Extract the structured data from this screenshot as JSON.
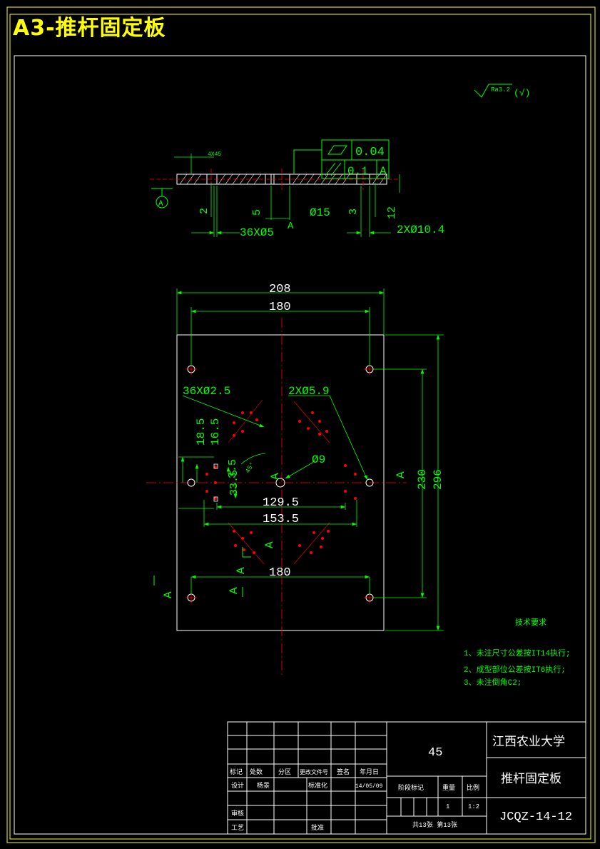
{
  "sheet": {
    "title": "A3-推杆固定板"
  },
  "roughness": {
    "value": "Ra3.2",
    "suffix": "(√)"
  },
  "section_view": {
    "chamfer_label": "4X45",
    "gdt_flatness": "0.04",
    "gdt_parallel_value": "0.1",
    "gdt_datum": "A",
    "datum_marker": "A",
    "dim_2": "2",
    "dim_5": "5",
    "dim_phi15": "Ø15",
    "dim_3": "3",
    "dim_12": "12",
    "dim_36x5": "36XØ5",
    "dim_2x104": "2XØ10.4",
    "section_label": "A"
  },
  "plan_view": {
    "dim_208": "208",
    "dim_180_top": "180",
    "dim_36x25": "36XØ2.5",
    "dim_2x59": "2XØ5.9",
    "dim_phi9": "Ø9",
    "dim_185": "18.5",
    "dim_165": "16.5",
    "dim_35": "3.5",
    "dim_335": "33.5",
    "dim_1295": "129.5",
    "dim_1535": "153.5",
    "dim_180_bottom": "180",
    "dim_230": "230",
    "dim_296": "296",
    "angle_label": "45°",
    "section_mark": "A"
  },
  "tech_requirements": {
    "heading": "技术要求",
    "items": [
      "1、未注尺寸公差按IT14执行;",
      "2、成型部位公差按IT6执行;",
      "3、未注倒角C2;"
    ]
  },
  "title_block": {
    "material": "45",
    "school": "江西农业大学",
    "part_name": "推杆固定板",
    "drawing_no": "JCQZ-14-12",
    "headers": [
      "标记",
      "处数",
      "分区",
      "更改文件号",
      "签名",
      "年月日"
    ],
    "row_design": [
      "设计",
      "杨景",
      "",
      "标准化",
      "14/05/09"
    ],
    "row_check": "审核",
    "row_craft": "工艺",
    "row_approve": "批准",
    "stage_label": "阶段标记",
    "weight_label": "重量",
    "scale_label": "比例",
    "weight_value": "1",
    "scale_value": "1:2",
    "sheets": "共13张  第13张"
  },
  "colors": {
    "border": "#ffff00",
    "geometry": "#ffffff",
    "dimension": "#00ff00",
    "center_line": "#ff0000",
    "text": "#00ff00"
  }
}
